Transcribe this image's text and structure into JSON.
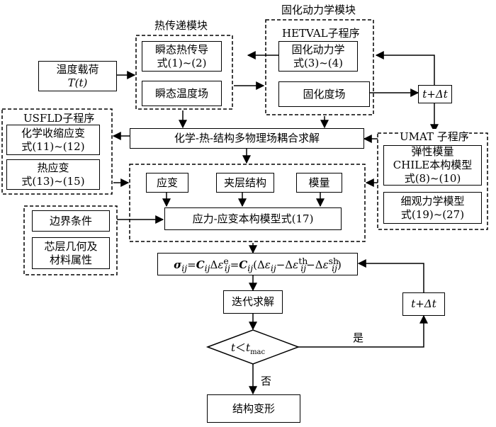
{
  "modules": {
    "heat_transfer": "热传递模块",
    "cure_kinetics": "固化动力学模块",
    "hetval": "HETVAL子程序",
    "usfld": "USFLD子程序",
    "umat": "UMAT 子程序"
  },
  "boxes": {
    "temp_load": [
      "温度载荷",
      "T(t)"
    ],
    "transient_heat": [
      "瞬态热传导",
      "式(1)~(2)"
    ],
    "transient_temp": "瞬态温度场",
    "cure_kinetics_eq": [
      "固化动力学",
      "式(3)~(4)"
    ],
    "cure_degree": "固化度场",
    "t_dt_top": "t+Δt",
    "coupled_solve": "化学-热-结构多物理场耦合求解",
    "chem_shrink": [
      "化学收缩应变",
      "式(11)~(12)"
    ],
    "thermal_strain": [
      "热应变",
      "式(13)~(15)"
    ],
    "elastic_modulus": [
      "弹性模量",
      "CHILE本构模型",
      "式(8)~(10)"
    ],
    "micromech": [
      "细观力学模型",
      "式(19)~(27)"
    ],
    "strain": "应变",
    "sandwich": "夹层结构",
    "modulus": "模量",
    "constitutive": "应力-应变本构模型式(17)",
    "boundary": "边界条件",
    "core_geom": [
      "芯层几何及",
      "材料属性"
    ],
    "iterate": "迭代求解",
    "t_dt_bottom": "t+Δt",
    "decision": "t＜tmac",
    "result": "结构变形"
  },
  "arrow_labels": {
    "yes": "是",
    "no": "否"
  }
}
